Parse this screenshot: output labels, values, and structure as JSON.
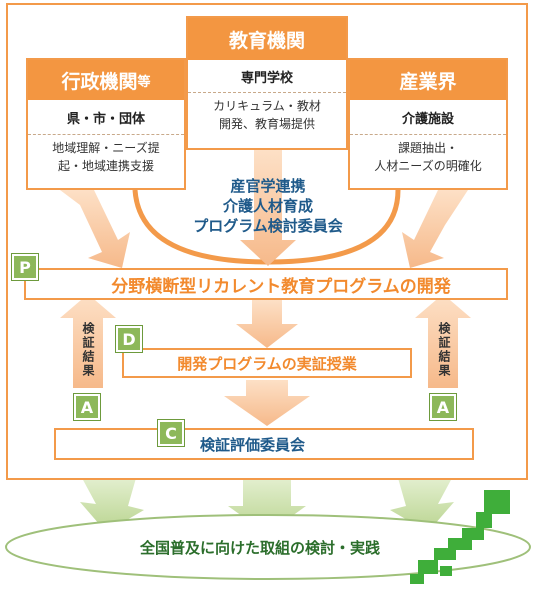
{
  "admin": {
    "header": "行政機関",
    "header_suffix": "等",
    "sub": "県・市・団体",
    "body": "地域理解・ニーズ提\n起・地域連携支援"
  },
  "edu": {
    "header": "教育機関",
    "sub": "専門学校",
    "body": "カリキュラム・教材\n開発、教育場提供"
  },
  "industry": {
    "header": "産業界",
    "sub": "介護施設",
    "body": "課題抽出・\n人材ニーズの明確化"
  },
  "committee": {
    "line1": "産官学連携",
    "line2": "介護人材育成",
    "line3": "プログラム検討委員会"
  },
  "plan": {
    "badge": "P",
    "text": "分野横断型リカレント教育プログラムの開発"
  },
  "do": {
    "badge": "D",
    "text": "開発プログラムの実証授業"
  },
  "check": {
    "badge": "C",
    "text": "検証評価委員会"
  },
  "act_left": {
    "badge": "A",
    "label": "検証結果"
  },
  "act_right": {
    "badge": "A",
    "label": "検証結果"
  },
  "national": {
    "text": "全国普及に向けた取組の検討・実践"
  },
  "colors": {
    "orange": "#f39641",
    "green": "#8db85a",
    "blue": "#1f5a8a"
  }
}
